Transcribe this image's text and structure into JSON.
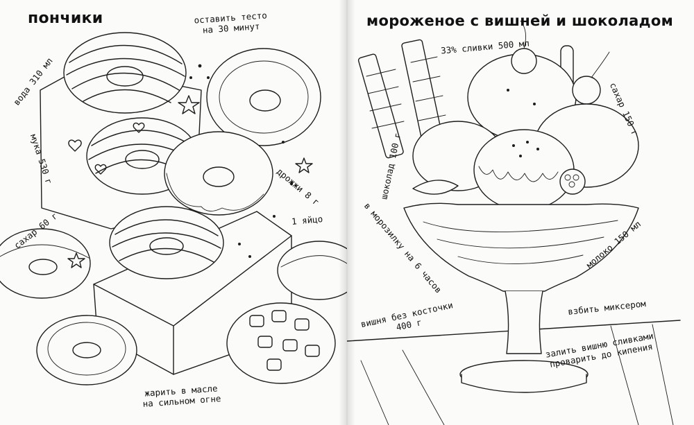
{
  "left_page": {
    "title": "пончики",
    "labels": {
      "rest_dough_1": "оставить тесто",
      "rest_dough_2": "на 30 минут",
      "water": "вода 310 мл",
      "flour": "мука 530 г",
      "yeast": "дрожжи 8 г",
      "egg": "1 яйцо",
      "sugar": "сахар 60 г",
      "fry_1": "жарить в масле",
      "fry_2": "на сильном огне"
    }
  },
  "right_page": {
    "title": "мороженое с вишней и шоколадом",
    "labels": {
      "cream": "33% сливки 500 мл",
      "sugar": "сахар 150 г",
      "chocolate": "шоколад 100 г",
      "freezer": "в морозилку на 6 часов",
      "milk": "молоко 150 мл",
      "cherry_1": "вишня без косточки",
      "cherry_2": "400 г",
      "whisk": "взбить миксером",
      "pour_1": "залить вишню сливками",
      "pour_2": "проварить до кипения"
    }
  },
  "colors": {
    "ink": "#1d1d1d",
    "paper": "#fbfbf9",
    "background": "#e9e9e6"
  },
  "icons": [
    "star-icon",
    "heart-icon",
    "sprinkle-icon"
  ]
}
